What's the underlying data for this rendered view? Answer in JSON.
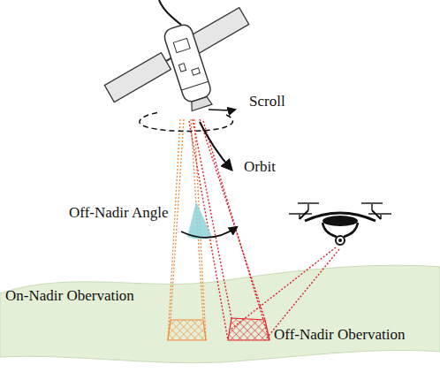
{
  "diagram": {
    "labels": [
      "Scroll",
      "Orbit",
      "Off-Nadir Angle",
      "On-Nadir Obervation",
      "Off-Nadir Obervation"
    ]
  }
}
